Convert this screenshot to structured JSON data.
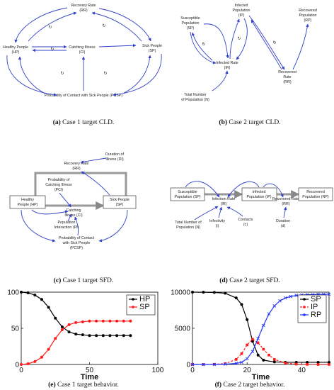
{
  "panels": {
    "a": {
      "caption_letter": "(a)",
      "caption_text": " Case 1 target CLD.",
      "nodes": {
        "rr": "Recovery Rate",
        "rr_abbr": "(RR)",
        "hp": "Healthy People",
        "hp_abbr": "(HP)",
        "ci": "Catching Illness",
        "ci_abbr": "(CI)",
        "sp": "Sick People",
        "sp_abbr": "(SP)",
        "pcsp": "Probability of Contact with Sick People (PCSP)"
      }
    },
    "b": {
      "caption_letter": "(b)",
      "caption_text": " Case 2 target CLD.",
      "nodes": {
        "ip_l1": "Infected",
        "ip_l2": "Population",
        "ip_abbr": "(IP)",
        "sp_l1": "Susceptible",
        "sp_l2": "Population",
        "sp_abbr": "(SP)",
        "rp_l1": "Recovered",
        "rp_l2": "Population",
        "rp_abbr": "(RP)",
        "ir": "Infected Rate",
        "ir_abbr": "(IR)",
        "rr_l1": "Recovered",
        "rr_l2": "Rate",
        "rr_abbr": "(RR)",
        "n_l1": "Total Number",
        "n_l2": "of Population (N)"
      }
    },
    "c": {
      "caption_letter": "(c)",
      "caption_text": " Case 1 target SFD.",
      "nodes": {
        "di_l1": "Duration of",
        "di_l2": "Illness (DI)",
        "rr": "Recovery Rate",
        "rr_abbr": "(RR)",
        "pci_l1": "Probability of",
        "pci_l2": "Catching Illness",
        "pci_abbr": "(PCI)",
        "hp_l1": "Healthy",
        "hp_l2": "People (HP)",
        "sp_l1": "Sick People",
        "sp_abbr": "(SP)",
        "ci_l1": "Catching",
        "ci_l2": "Illness (CI)",
        "pi_l1": "Population",
        "pi_l2": "Interaction (PI)",
        "pcsp_l1": "Probability of Contact",
        "pcsp_l2": "with Sick People",
        "pcsp_abbr": "(PCSP)"
      }
    },
    "d": {
      "caption_letter": "(d)",
      "caption_text": " Case 2 target SFD.",
      "nodes": {
        "sp_l1": "Susceptible",
        "sp_l2": "Population (SP)",
        "ir_l1": "Infection Rate",
        "ir_abbr": "(IR)",
        "ip_l1": "Infected",
        "ip_l2": "Population (IP)",
        "rr_l1": "Recovered Rate",
        "rr_abbr": "(RR)",
        "rp_l1": "Recovered",
        "rp_l2": "Population (RP)",
        "n_l1": "Total Number of",
        "n_l2": "Population (N)",
        "i_l1": "Infectivity",
        "i_abbr": "(i)",
        "c_l1": "Contacts",
        "c_abbr": "(c)",
        "dd_l1": "Duration",
        "dd_abbr": "(d)"
      }
    },
    "e": {
      "caption_letter": "(e)",
      "caption_text": " Case 1 target behavior."
    },
    "f": {
      "caption_letter": "(f)",
      "caption_text": " Case 2 target behavior."
    }
  },
  "chart_data": [
    {
      "type": "line",
      "panel": "e",
      "xlabel": "Time",
      "ylabel": "",
      "xlim": [
        0,
        100
      ],
      "ylim": [
        0,
        100
      ],
      "xticks": [
        0,
        50,
        100
      ],
      "yticks": [
        0,
        50,
        100
      ],
      "legend_position": "top-right",
      "grid": false,
      "series": [
        {
          "name": "HP",
          "color": "#000000",
          "marker": "circle",
          "x": [
            0,
            5,
            10,
            15,
            20,
            25,
            30,
            35,
            40,
            45,
            50,
            55,
            60,
            65,
            70,
            75,
            80
          ],
          "y": [
            100,
            99,
            96,
            90,
            79,
            64,
            52,
            45,
            42,
            41,
            40,
            40,
            40,
            40,
            40,
            40,
            40
          ]
        },
        {
          "name": "SP",
          "color": "#ff1a1a",
          "marker": "circle",
          "x": [
            0,
            5,
            10,
            15,
            20,
            25,
            30,
            35,
            40,
            45,
            50,
            55,
            60,
            65,
            70,
            75,
            80
          ],
          "y": [
            0,
            1,
            4,
            10,
            21,
            36,
            48,
            55,
            58,
            59,
            60,
            60,
            60,
            60,
            60,
            60,
            60
          ]
        }
      ]
    },
    {
      "type": "line",
      "panel": "f",
      "xlabel": "Time",
      "ylabel": "",
      "xlim": [
        0,
        50
      ],
      "ylim": [
        0,
        10000
      ],
      "xticks": [
        0,
        20,
        40
      ],
      "yticks": [
        0,
        5000,
        10000
      ],
      "legend_position": "top-right",
      "grid": false,
      "series": [
        {
          "name": "SP",
          "color": "#000000",
          "marker": "circle",
          "dash": "solid",
          "x": [
            0,
            4,
            8,
            12,
            16,
            18,
            20,
            22,
            24,
            26,
            30,
            34,
            38,
            42,
            46,
            50
          ],
          "y": [
            10000,
            9990,
            9960,
            9850,
            9200,
            8300,
            6200,
            3200,
            1300,
            600,
            350,
            300,
            300,
            300,
            300,
            300
          ]
        },
        {
          "name": "IP",
          "color": "#ff1a1a",
          "marker": "square",
          "dash": "dashed",
          "x": [
            0,
            4,
            8,
            12,
            16,
            18,
            20,
            22,
            24,
            26,
            28,
            30,
            34,
            38,
            42,
            46,
            50
          ],
          "y": [
            0,
            10,
            30,
            120,
            700,
            1500,
            2700,
            3500,
            3000,
            2100,
            1300,
            700,
            200,
            50,
            10,
            0,
            0
          ]
        },
        {
          "name": "RP",
          "color": "#2233ff",
          "marker": "x",
          "dash": "solid",
          "x": [
            0,
            4,
            8,
            12,
            16,
            18,
            20,
            22,
            24,
            26,
            28,
            30,
            32,
            34,
            36,
            38,
            40,
            42,
            44,
            46,
            48,
            50
          ],
          "y": [
            0,
            0,
            10,
            40,
            150,
            300,
            800,
            1800,
            3600,
            5400,
            7000,
            8100,
            8800,
            9200,
            9400,
            9550,
            9600,
            9650,
            9650,
            9700,
            9700,
            9700
          ]
        }
      ]
    }
  ]
}
